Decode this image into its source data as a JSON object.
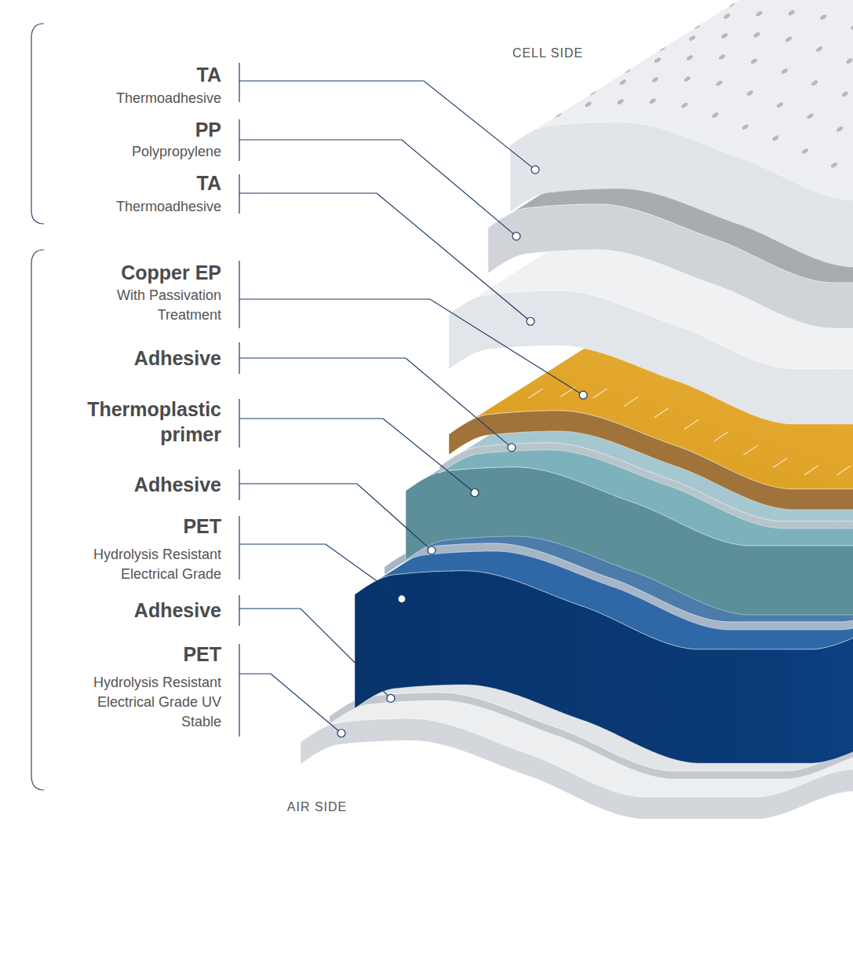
{
  "diagram": {
    "labels": [
      "CELL SIDE",
      "TA",
      "Thermoadhesive",
      "PP",
      "Polypropylene",
      "TA",
      "Thermoadhesive",
      "Copper EP",
      "With Passivation Treatment",
      "Adhesive",
      "Thermoplastic primer",
      "Adhesive",
      "PET",
      "Hydrolysis Resistant Electrical Grade",
      "Adhesive",
      "PET",
      "Hydrolysis Resistant Electrical Grade UV Stable",
      "AIR SIDE"
    ]
  }
}
